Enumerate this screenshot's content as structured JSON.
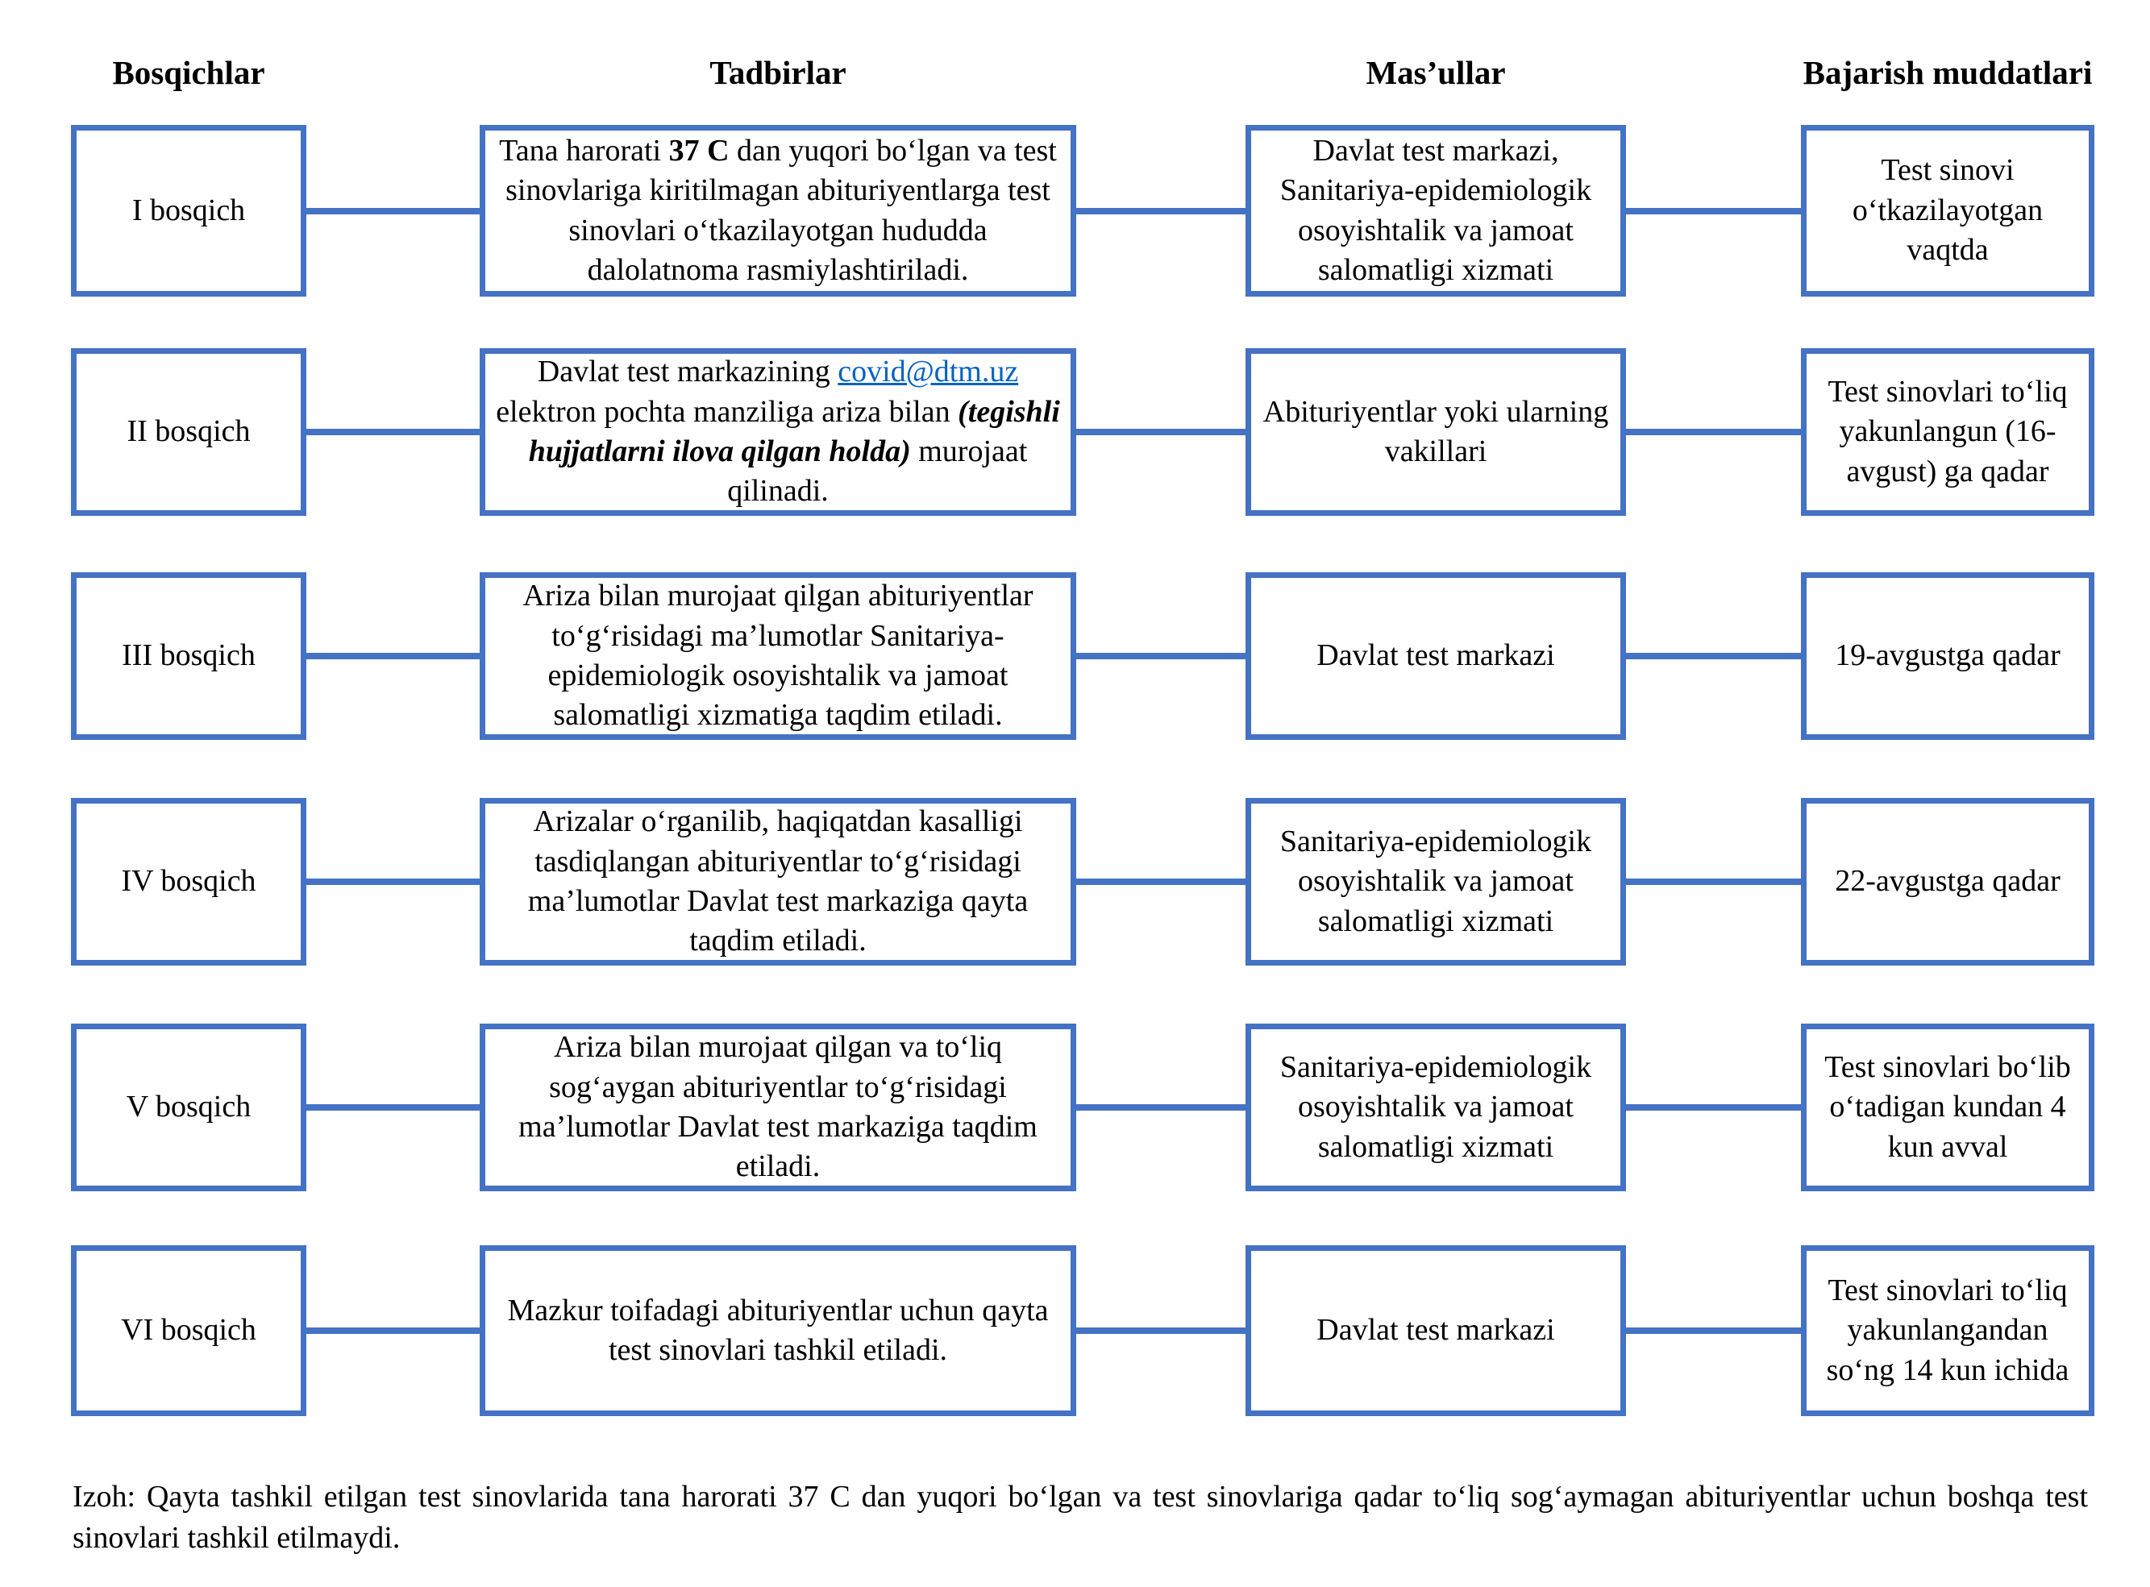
{
  "headers": {
    "stages": "Bosqichlar",
    "activities": "Tadbirlar",
    "responsibles": "Mas’ullar",
    "deadlines": "Bajarish muddatlari"
  },
  "colors": {
    "box_border": "#4472C4",
    "connector": "#4472C4",
    "link": "#0563C1",
    "text": "#000000"
  },
  "rows": [
    {
      "stage": "I bosqich",
      "tadbir_pre": "Tana harorati ",
      "tadbir_bold": "37 C",
      "tadbir_post": " dan yuqori bo‘lgan va test sinovlariga kiritilmagan abituriyentlarga test sinovlari o‘tkazilayotgan hududda dalolatnoma rasmiylashtiriladi.",
      "masul": "Davlat test markazi, Sanitariya-epidemiologik osoyishtalik va jamoat salomatligi xizmati",
      "muddat": "Test sinovi o‘tkazilayotgan vaqtda"
    },
    {
      "stage": "II bosqich",
      "tadbir_pre": "Davlat test markazining ",
      "tadbir_link": "covid@dtm.uz",
      "tadbir_mid": " elektron pochta manziliga ariza bilan ",
      "tadbir_italic": "(tegishli hujjatlarni ilova qilgan holda)",
      "tadbir_post": " murojaat qilinadi.",
      "masul": "Abituriyentlar yoki ularning vakillari",
      "muddat": "Test sinovlari to‘liq yakunlangun (16-avgust) ga qadar"
    },
    {
      "stage": "III bosqich",
      "tadbir": "Ariza bilan murojaat qilgan abituriyentlar to‘g‘risidagi ma’lumotlar Sanitariya-epidemiologik osoyishtalik va jamoat salomatligi xizmatiga taqdim etiladi.",
      "masul": "Davlat test markazi",
      "muddat": "19-avgustga qadar"
    },
    {
      "stage": "IV bosqich",
      "tadbir": "Arizalar o‘rganilib, haqiqatdan kasalligi tasdiqlangan abituriyentlar to‘g‘risidagi ma’lumotlar Davlat test markaziga qayta taqdim etiladi.",
      "masul": "Sanitariya-epidemiologik osoyishtalik va jamoat salomatligi xizmati",
      "muddat": "22-avgustga qadar"
    },
    {
      "stage": "V bosqich",
      "tadbir": "Ariza bilan murojaat qilgan va to‘liq sog‘aygan abituriyentlar to‘g‘risidagi ma’lumotlar Davlat test markaziga taqdim etiladi.",
      "masul": "Sanitariya-epidemiologik osoyishtalik va jamoat salomatligi xizmati",
      "muddat": "Test sinovlari bo‘lib o‘tadigan kundan 4 kun avval"
    },
    {
      "stage": "VI bosqich",
      "tadbir": "Mazkur toifadagi abituriyentlar uchun qayta test sinovlari tashkil etiladi.",
      "masul": "Davlat test markazi",
      "muddat": "Test sinovlari to‘liq yakunlangandan so‘ng 14 kun ichida"
    }
  ],
  "note": "Izoh: Qayta tashkil etilgan test sinovlarida tana harorati 37 C dan yuqori bo‘lgan va test sinovlariga qadar to‘liq sog‘aymagan abituriyentlar uchun boshqa test sinovlari tashkil etilmaydi."
}
